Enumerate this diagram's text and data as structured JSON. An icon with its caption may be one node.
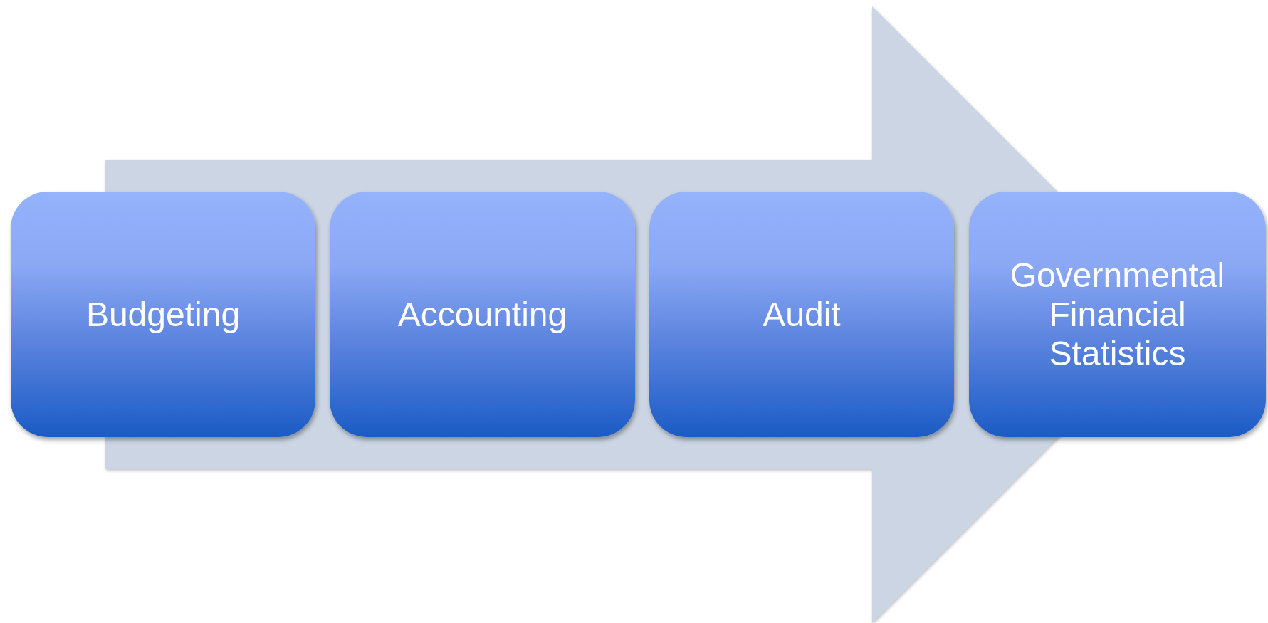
{
  "diagram": {
    "nodes": [
      {
        "text": [
          "Budgeting"
        ]
      },
      {
        "text": [
          "Accounting"
        ]
      },
      {
        "text": [
          "Audit"
        ]
      },
      {
        "text": [
          "Governmental Financial Statistics"
        ]
      }
    ],
    "edges": [
      {
        "from": 0,
        "to": 3,
        "arrow": "to"
      }
    ]
  }
}
